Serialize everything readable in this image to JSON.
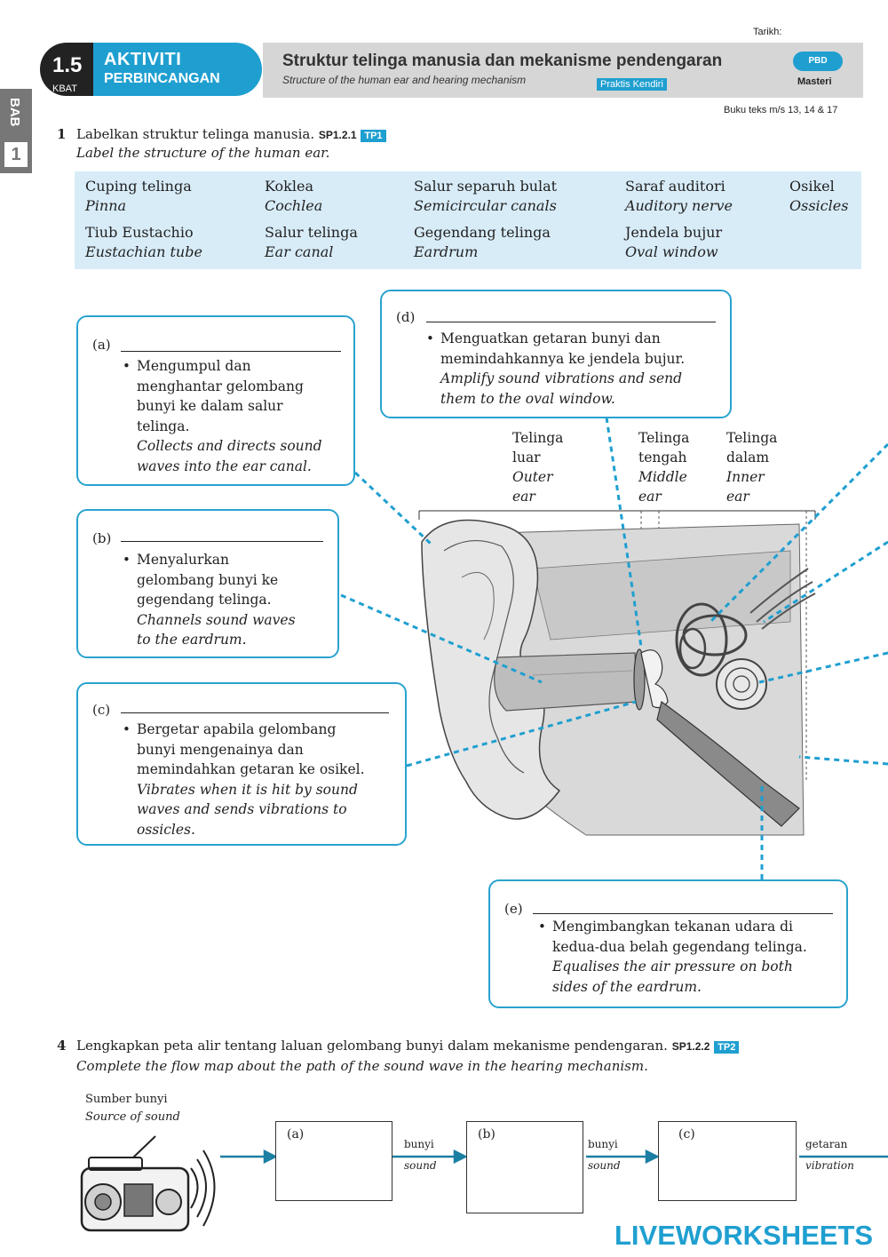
{
  "header": {
    "tarikh": "Tarikh:",
    "num": "1.5",
    "kbat": "KBAT",
    "activity_line1": "AKTIVITI",
    "activity_line2": "PERBINCANGAN",
    "title": "Struktur telinga manusia dan mekanisme pendengaran",
    "subtitle": "Structure of the human ear and hearing mechanism",
    "badge": "Praktis Kendiri",
    "pbd": "PBD",
    "masteri": "Masteri",
    "bab": "BAB",
    "bab_num": "1",
    "buku": "Buku teks m/s 13, 14 & 17"
  },
  "q1": {
    "num": "1",
    "text": "Labelkan struktur telinga manusia.",
    "sp": "SP1.2.1",
    "tp": "TP1",
    "text_en": "Label the structure of the human ear."
  },
  "wordbank": [
    {
      "ms": "Cuping telinga",
      "en": "Pinna"
    },
    {
      "ms": "Koklea",
      "en": "Cochlea"
    },
    {
      "ms": "Salur separuh bulat",
      "en": "Semicircular canals"
    },
    {
      "ms": "Saraf auditori",
      "en": "Auditory nerve"
    },
    {
      "ms": "Osikel",
      "en": "Ossicles"
    },
    {
      "ms": "Tiub Eustachio",
      "en": "Eustachian tube"
    },
    {
      "ms": "Salur telinga",
      "en": "Ear canal"
    },
    {
      "ms": "Gegendang telinga",
      "en": "Eardrum"
    },
    {
      "ms": "Jendela bujur",
      "en": "Oval window"
    }
  ],
  "boxes": {
    "a": {
      "label": "(a)",
      "ms": [
        "Mengumpul dan",
        "menghantar gelombang",
        "bunyi ke dalam salur",
        "telinga."
      ],
      "en": [
        "Collects and directs sound",
        "waves into the ear canal."
      ]
    },
    "b": {
      "label": "(b)",
      "ms": [
        "Menyalurkan",
        "gelombang bunyi ke",
        "gegendang telinga."
      ],
      "en": [
        "Channels sound waves",
        "to the eardrum."
      ]
    },
    "c": {
      "label": "(c)",
      "ms": [
        "Bergetar apabila gelombang",
        "bunyi mengenainya dan",
        "memindahkan getaran ke osikel."
      ],
      "en": [
        "Vibrates when it is hit by sound",
        "waves and sends vibrations to",
        "ossicles."
      ]
    },
    "d": {
      "label": "(d)",
      "ms": [
        "Menguatkan getaran bunyi dan",
        "memindahkannya ke jendela bujur."
      ],
      "en": [
        "Amplify sound vibrations and send",
        "them to the oval window."
      ]
    },
    "e": {
      "label": "(e)",
      "ms": [
        "Mengimbangkan tekanan udara di",
        "kedua-dua belah gegendang telinga."
      ],
      "en": [
        "Equalises the air pressure on both",
        "sides of the eardrum."
      ]
    }
  },
  "regions": [
    {
      "ms1": "Telinga",
      "ms2": "luar",
      "en1": "Outer",
      "en2": "ear"
    },
    {
      "ms1": "Telinga",
      "ms2": "tengah",
      "en1": "Middle",
      "en2": "ear"
    },
    {
      "ms1": "Telinga",
      "ms2": "dalam",
      "en1": "Inner",
      "en2": "ear"
    }
  ],
  "q4": {
    "num": "4",
    "text": "Lengkapkan peta alir tentang laluan gelombang bunyi dalam mekanisme pendengaran.",
    "sp": "SP1.2.2",
    "tp": "TP2",
    "text_en": "Complete the flow map about the path of the sound wave in the hearing mechanism."
  },
  "flow": {
    "source_ms": "Sumber bunyi",
    "source_en": "Source of sound",
    "boxes": [
      "(a)",
      "(b)",
      "(c)"
    ],
    "arrows": [
      {
        "ms": "bunyi",
        "en": "sound"
      },
      {
        "ms": "bunyi",
        "en": "sound"
      },
      {
        "ms": "getaran",
        "en": "vibration"
      }
    ]
  },
  "watermark": "LIVEWORKSHEETS",
  "colors": {
    "accent": "#1f9fd0",
    "wordbank_bg": "#d8ecf8",
    "header_gray": "#d6d6d6"
  }
}
